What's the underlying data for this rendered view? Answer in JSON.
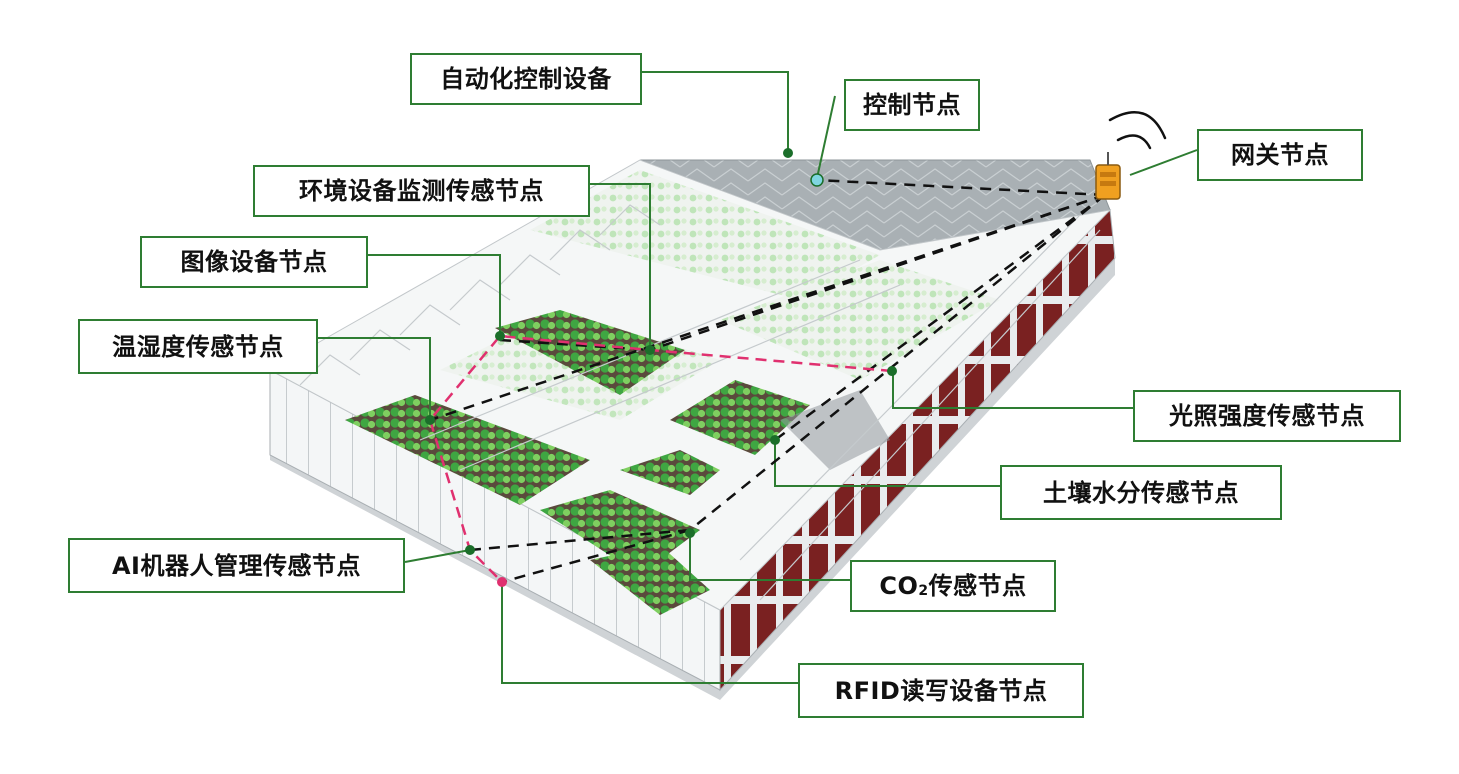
{
  "labels": {
    "automation": "自动化控制设备",
    "control_node": "控制节点",
    "gateway": "网关节点",
    "env_monitor": "环境设备监测传感节点",
    "image_node": "图像设备节点",
    "temp_humidity": "温湿度传感节点",
    "light_intensity": "光照强度传感节点",
    "soil_moisture": "土壤水分传感节点",
    "ai_robot": "AI机器人管理传感节点",
    "co2_prefix": "CO",
    "co2_sub": "2",
    "co2_suffix": "传感节点",
    "rfid": "RFID读写设备节点"
  },
  "colors": {
    "label_border": "#2e7d32",
    "leader_line": "#2e7d32",
    "wireless_link": "#111111",
    "sensor_chain": "#e0306f",
    "node_dot": "#1b6e2a",
    "control_dot": "#7fd6e0",
    "gateway_device": "#f0a020",
    "roof": "#9aa2a6",
    "plants": "#4caf50",
    "side_wall": "#7a1f1f"
  },
  "icons": {
    "gateway": "gateway-device-icon",
    "wireless": "wireless-signal-icon"
  }
}
